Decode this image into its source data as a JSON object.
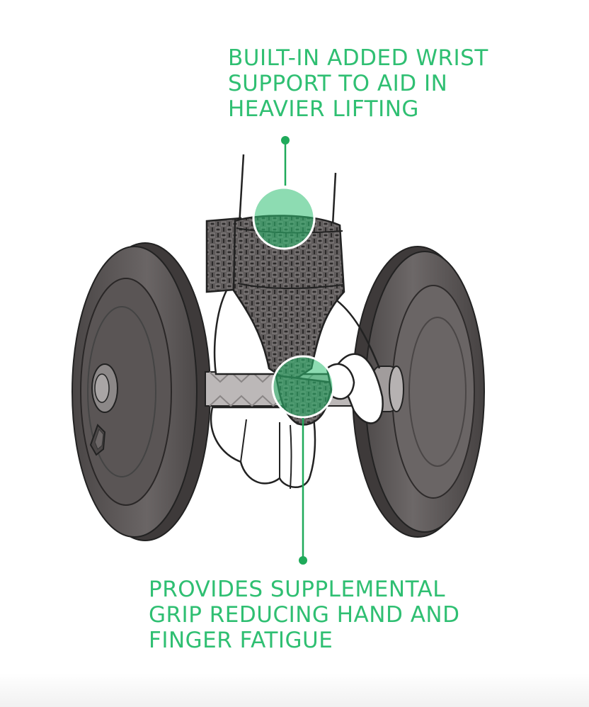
{
  "callouts": {
    "top": {
      "text": "BUILT-IN ADDED WRIST\nSUPPORT TO AID IN\nHEAVIER LIFTING"
    },
    "bottom": {
      "text": "PROVIDES SUPPLEMENTAL\nGRIP REDUCING HAND AND\nFINGER FATIGUE"
    }
  },
  "colors": {
    "accent": "#2fbf72",
    "plate": "#5b5656",
    "plate_dark": "#3c3838",
    "bar": "#b7b3b3",
    "glove": "#5f5b5b",
    "skin": "#ffffff",
    "outline": "#222222"
  },
  "icons": {
    "illustration": "dumbbell-grip-glove-illustration",
    "marker": "callout-dot"
  }
}
